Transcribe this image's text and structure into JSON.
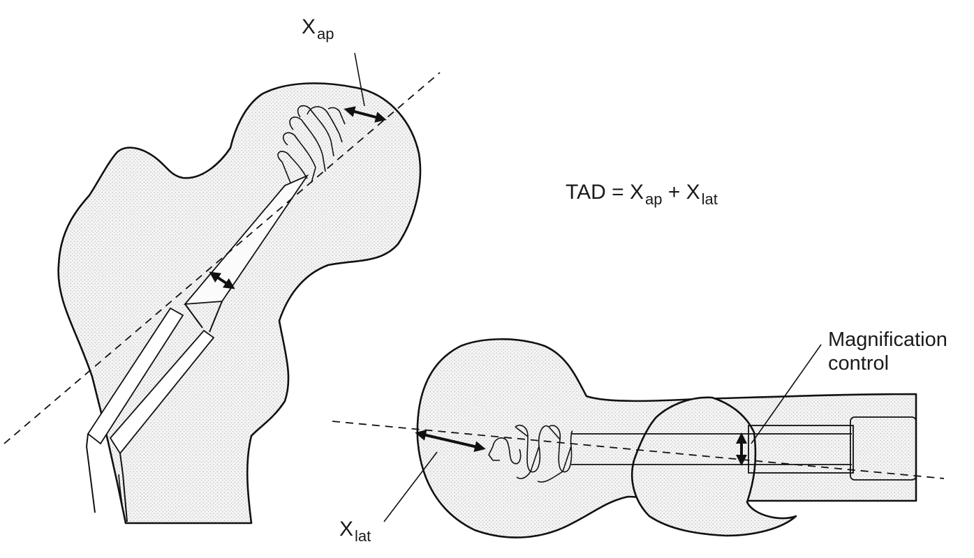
{
  "labels": {
    "x_ap": {
      "main": "X",
      "sub": "ap"
    },
    "x_lat": {
      "main": "X",
      "sub": "lat"
    },
    "formula": {
      "lhs": "TAD = X",
      "sub1": "ap",
      "mid": " + X",
      "sub2": "lat"
    },
    "magnification": [
      "Magnification",
      "control"
    ]
  },
  "colors": {
    "ink": "#111111",
    "stipple_dot": "#9a9a9a",
    "background": "#ffffff"
  },
  "views": [
    "ap-view",
    "lateral-view"
  ]
}
